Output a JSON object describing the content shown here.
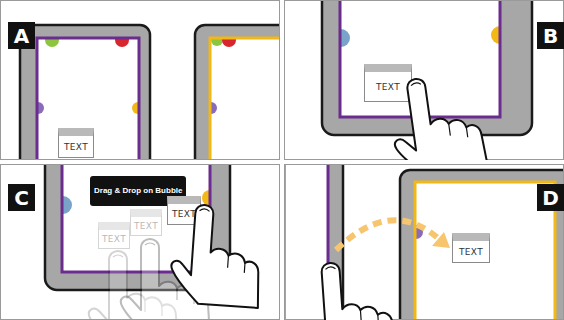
{
  "diagram": {
    "nodes": [
      {
        "text": [
          "A"
        ]
      },
      {
        "text": [
          "TEXT"
        ]
      },
      {
        "text": [
          "B"
        ]
      },
      {
        "text": [
          "TEXT"
        ]
      },
      {
        "text": [
          "C"
        ]
      },
      {
        "text": [
          "Drag & Drop on Bubble"
        ]
      },
      {
        "text": [
          "TEXT"
        ]
      },
      {
        "text": [
          "TEXT"
        ]
      },
      {
        "text": [
          "TEXT"
        ]
      },
      {
        "text": [
          "D"
        ]
      },
      {
        "text": [
          "TEXT"
        ]
      }
    ]
  }
}
